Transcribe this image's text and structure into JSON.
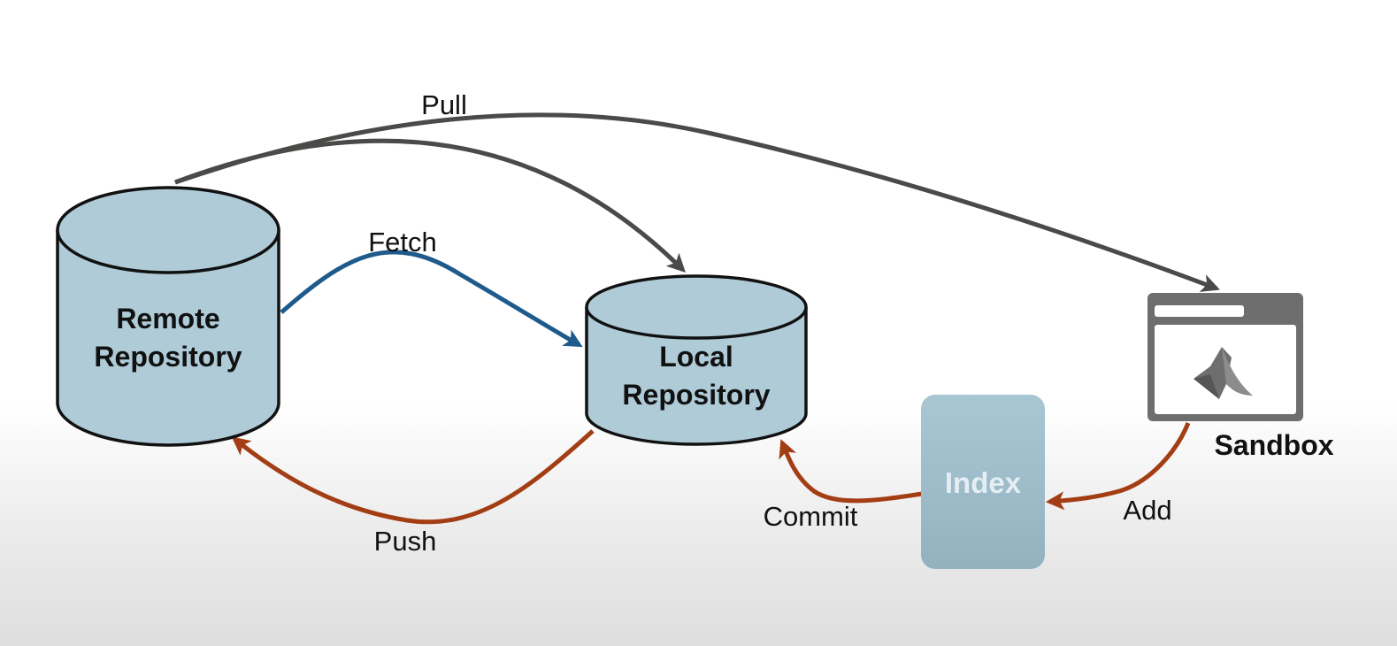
{
  "nodes": {
    "remote": {
      "line1": "Remote",
      "line2": "Repository"
    },
    "local": {
      "line1": "Local",
      "line2": "Repository"
    },
    "index": {
      "label": "Index"
    },
    "sandbox": {
      "label": "Sandbox",
      "icon": "matlab-logo-icon"
    }
  },
  "edges": {
    "pull": {
      "label": "Pull",
      "color": "#4a4a48"
    },
    "fetch": {
      "label": "Fetch",
      "color": "#1f5a8c"
    },
    "push": {
      "label": "Push",
      "color": "#a33e14"
    },
    "commit": {
      "label": "Commit",
      "color": "#a33e14"
    },
    "add": {
      "label": "Add",
      "color": "#a33e14"
    }
  },
  "colors": {
    "repository_fill": "#aecbd7",
    "repository_stroke": "#111111",
    "index_fill": "#9fbdca",
    "sandbox_frame": "#6e6e6e"
  }
}
